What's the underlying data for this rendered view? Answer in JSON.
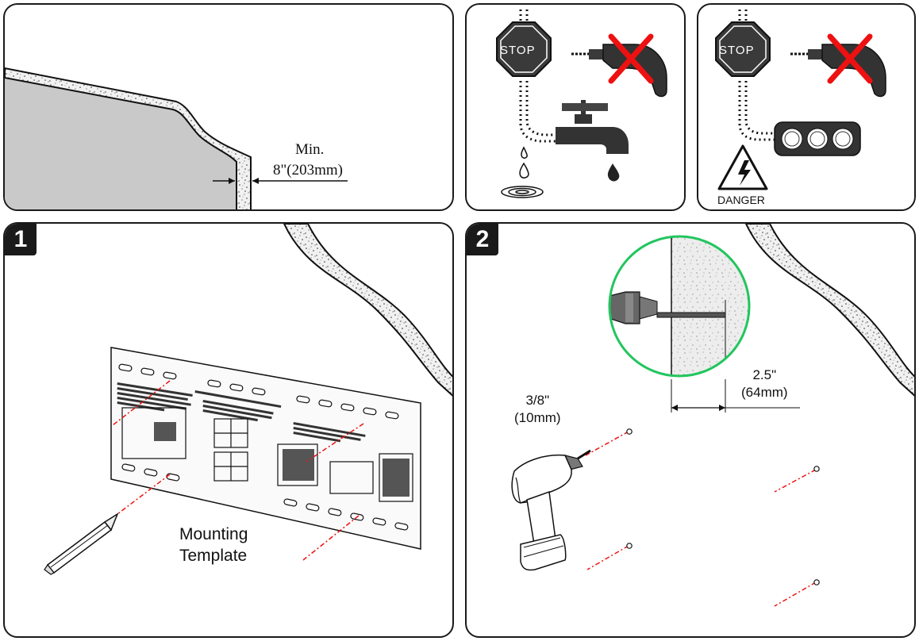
{
  "panel_wall": {
    "min_label": "Min.",
    "thickness_label": "8\"(203mm)"
  },
  "panel_water": {
    "stop_sign_text": "STOP"
  },
  "panel_electric": {
    "stop_sign_text": "STOP",
    "danger_label": "DANGER"
  },
  "step1": {
    "number": "1",
    "template_label_line1": "Mounting",
    "template_label_line2": "Template"
  },
  "step2": {
    "number": "2",
    "drill_bit_size_line1": "3/8\"",
    "drill_bit_size_line2": "(10mm)",
    "depth_line1": "2.5\"",
    "depth_line2": "(64mm)",
    "inset_border_color": "#22c55e"
  }
}
